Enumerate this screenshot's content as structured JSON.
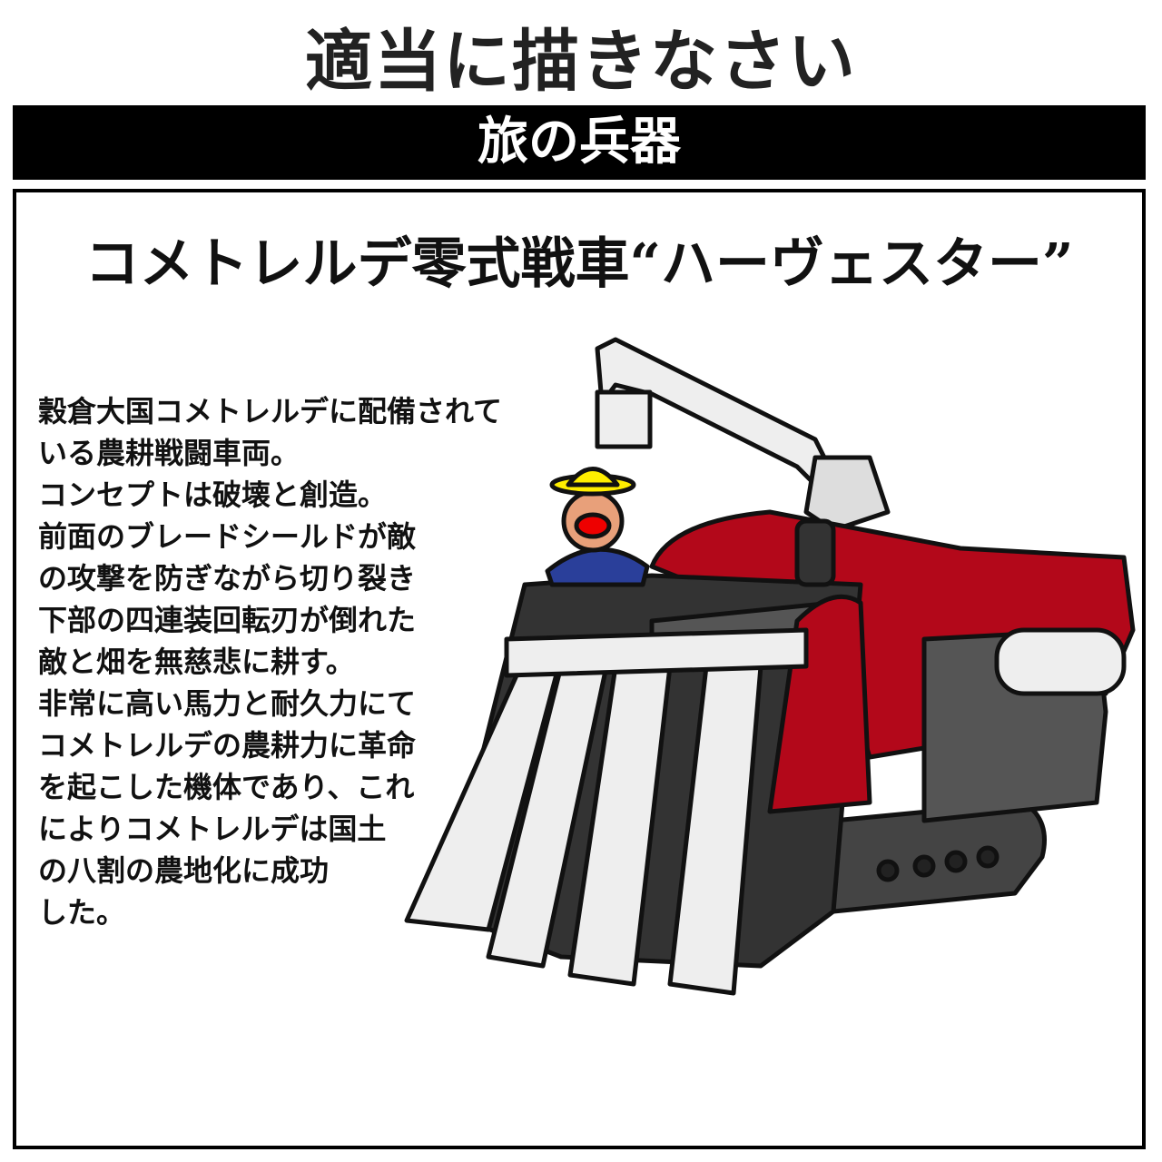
{
  "header": {
    "title": "適当に描きなさい"
  },
  "banner": {
    "label": "旅の兵器"
  },
  "panel": {
    "subtitle": "コメトレルデ零式戦車“ハーヴェスター”",
    "description_lines": [
      "穀倉大国コメトレルデに配備されて",
      "いる農耕戦闘車両。",
      "コンセプトは破壊と創造。",
      "前面のブレードシールドが敵",
      "の攻撃を防ぎながら切り裂き",
      "下部の四連装回転刃が倒れた",
      "敵と畑を無慈悲に耕す。",
      "非常に高い馬力と耐久力にて",
      "コメトレルデの農耕力に革命",
      "を起こした機体であり、これ",
      "によりコメトレルデは国土",
      "の八割の農地化に成功",
      "した。"
    ]
  },
  "colors": {
    "body_red": "#b3081a",
    "gray": "#5a5a5a",
    "dark": "#3a3a3a",
    "helmet": "#ffee00",
    "shirt": "#2a3f9a"
  }
}
